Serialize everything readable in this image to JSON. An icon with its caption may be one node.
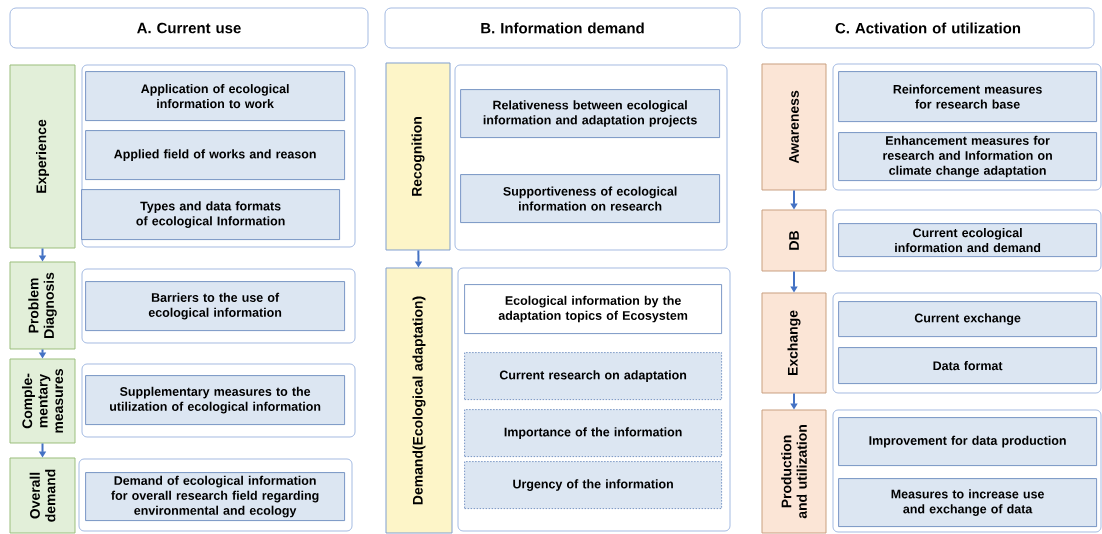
{
  "diagram": {
    "nodes": [
      {
        "text": [
          "A.  Current use"
        ]
      },
      {
        "text": [
          "B.  Information demand"
        ]
      },
      {
        "text": [
          "C.  Activation of utilization"
        ]
      },
      {
        "text": [
          "Experience"
        ]
      },
      {
        "text": [],
        "shape": "box"
      },
      {
        "text": [
          "Application of ecological information to work"
        ],
        "in": 4
      },
      {
        "text": [
          "Applied field of works and reason"
        ],
        "in": 4
      },
      {
        "text": [
          "Types and data formats of ecological Information"
        ],
        "in": 4
      },
      {
        "text": [
          "Problem Diagnosis"
        ]
      },
      {
        "text": [],
        "shape": "box"
      },
      {
        "text": [
          "Barriers to the use of ecological information"
        ],
        "in": 9
      },
      {
        "text": [
          "Comple- mentary measures"
        ]
      },
      {
        "text": [],
        "shape": "box"
      },
      {
        "text": [
          "Supplementary measures to the utilization of ecological information"
        ],
        "in": 12
      },
      {
        "text": [
          "Overall demand"
        ]
      },
      {
        "text": [],
        "shape": "box"
      },
      {
        "text": [
          "Demand of ecological information for overall research field regarding environmental and ecology"
        ],
        "in": 15
      },
      {
        "text": [
          "Recognition"
        ]
      },
      {
        "text": [],
        "shape": "box"
      },
      {
        "text": [
          "Relativeness between ecological information and adaptation projects"
        ],
        "in": 18
      },
      {
        "text": [
          "Supportiveness of ecological information on research"
        ],
        "in": 18
      },
      {
        "text": [
          "Demand(Ecological adaptation)"
        ]
      },
      {
        "text": [],
        "shape": "box"
      },
      {
        "text": [
          "Ecological information by the adaptation topics of Ecosystem"
        ],
        "in": 22
      },
      {
        "text": [
          "Current research on adaptation"
        ],
        "in": 22
      },
      {
        "text": [
          "Importance of the information"
        ],
        "in": 22
      },
      {
        "text": [
          "Urgency of the information"
        ],
        "in": 22
      },
      {
        "text": [
          "Awareness"
        ]
      },
      {
        "text": [],
        "shape": "box"
      },
      {
        "text": [
          "Reinforcement measures for research base"
        ],
        "in": 28
      },
      {
        "text": [
          "Enhancement measures for research and Information on climate change adaptation"
        ],
        "in": 28
      },
      {
        "text": [
          "DB"
        ]
      },
      {
        "text": [],
        "shape": "box"
      },
      {
        "text": [
          "Current ecological information and demand"
        ],
        "in": 32
      },
      {
        "text": [
          "Exchange"
        ]
      },
      {
        "text": [],
        "shape": "box"
      },
      {
        "text": [
          "Current exchange"
        ],
        "in": 35
      },
      {
        "text": [
          "Data format"
        ],
        "in": 35
      },
      {
        "text": [
          "Production and utilization"
        ]
      },
      {
        "text": [],
        "shape": "box"
      },
      {
        "text": [
          "Improvement for data production"
        ],
        "in": 39
      },
      {
        "text": [
          "Measures to increase use and exchange of data"
        ],
        "in": 39
      }
    ],
    "edges": [
      {
        "from": 3,
        "to": 8,
        "arrow": "to"
      },
      {
        "from": 8,
        "to": 11,
        "arrow": "to"
      },
      {
        "from": 11,
        "to": 14,
        "arrow": "to"
      },
      {
        "from": 17,
        "to": 21,
        "arrow": "to"
      },
      {
        "from": 27,
        "to": 31,
        "arrow": "to"
      },
      {
        "from": 31,
        "to": 34,
        "arrow": "to"
      },
      {
        "from": 34,
        "to": 38,
        "arrow": "to"
      }
    ]
  }
}
